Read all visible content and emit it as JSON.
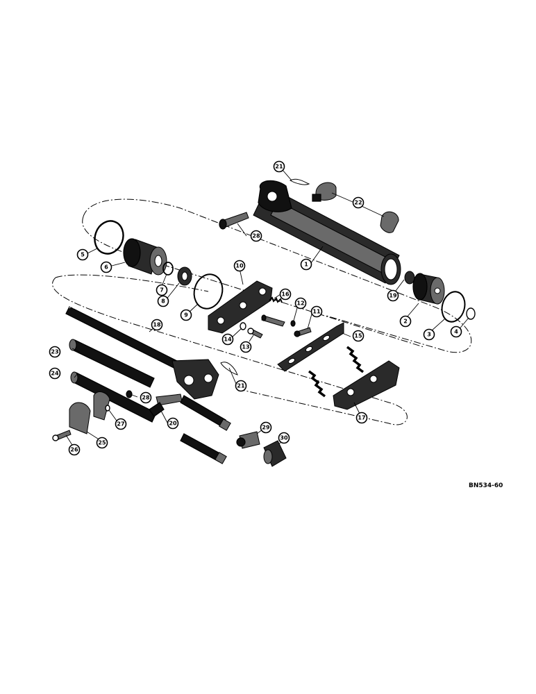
{
  "diagram": {
    "reference_code": "BN534-60",
    "callouts": [
      "1",
      "2",
      "3",
      "4",
      "5",
      "6",
      "7",
      "8",
      "9",
      "10",
      "11",
      "12",
      "13",
      "14",
      "15",
      "16",
      "17",
      "18",
      "19",
      "20",
      "21",
      "22",
      "23",
      "24",
      "25",
      "26",
      "27",
      "28",
      "29",
      "30",
      "21"
    ],
    "colors": {
      "ink": "#000000",
      "paper": "#ffffff"
    }
  }
}
